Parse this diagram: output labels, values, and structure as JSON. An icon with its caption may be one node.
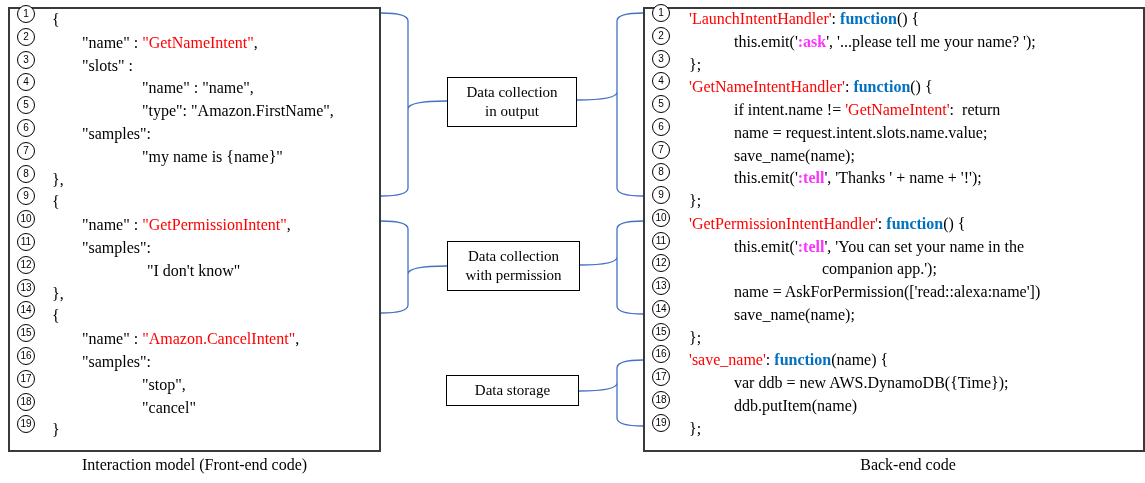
{
  "diagram": {
    "nodes": [
      {
        "text": [
          "{",
          "\"name\" : \"GetNameIntent\",",
          "\"slots\" :",
          "\"name\" : \"name\",",
          "\"type\": \"Amazon.FirstName\",",
          "\"samples\":",
          "\"my name is {name}\"",
          "},",
          "{",
          "\"name\" : \"GetPermissionIntent\",",
          "\"samples\":",
          "\"I don't know\"",
          "},",
          "{",
          "\"name\" : \"Amazon.CancelIntent\",",
          "\"samples\":",
          "\"stop\",",
          "\"cancel\"",
          "}"
        ],
        "beside": [
          "Interaction model (Front-end code)"
        ]
      },
      {
        "text": [
          "Data collection in output"
        ]
      },
      {
        "text": [
          "Data collection with permission"
        ]
      },
      {
        "text": [
          "Data storage"
        ]
      },
      {
        "text": [
          "'LaunchIntentHandler': function() {",
          "this.emit(':ask', '...please tell me your name? ');",
          "};",
          "'GetNameIntentHandler': function() {",
          "if intent.name != 'GetNameIntent':  return",
          "name = request.intent.slots.name.value;",
          "save_name(name);",
          "this.emit(':tell', 'Thanks ' + name + '!');",
          "};",
          "'GetPermissionIntentHandler': function() {",
          "this.emit(':tell', 'You can set your name in the",
          "companion app.');",
          "name = AskForPermission(['read::alexa:name'])",
          "save_name(name);",
          "};",
          "'save_name': function(name) {",
          "var ddb = new AWS.DynamoDB({Time});",
          "ddb.putItem(name)",
          "};"
        ],
        "beside": [
          "Back-end code"
        ]
      }
    ],
    "edges": [
      {
        "from": 0,
        "to": 1,
        "arrow": "none"
      },
      {
        "from": 1,
        "to": 4,
        "arrow": "none"
      },
      {
        "from": 0,
        "to": 2,
        "arrow": "none"
      },
      {
        "from": 2,
        "to": 4,
        "arrow": "none"
      },
      {
        "from": 3,
        "to": 4,
        "arrow": "none"
      }
    ],
    "labels": [
      "1",
      "1",
      "2",
      "2",
      "3",
      "3",
      "4",
      "4",
      "5",
      "5",
      "6",
      "6",
      "7",
      "7",
      "8",
      "8",
      "9",
      "9",
      "10",
      "10",
      "11",
      "11",
      "12",
      "12",
      "13",
      "13",
      "14",
      "14",
      "15",
      "15",
      "16",
      "16",
      "17",
      "17",
      "18",
      "18",
      "19",
      "19"
    ]
  }
}
